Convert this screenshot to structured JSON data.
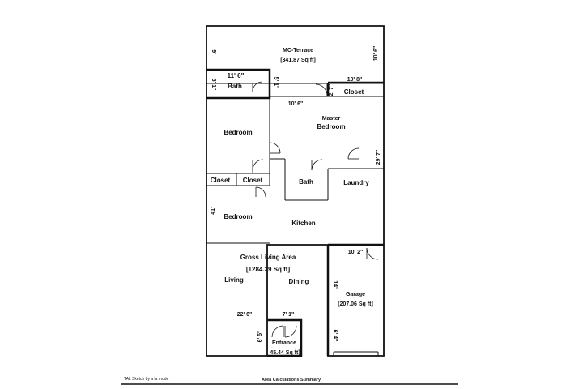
{
  "rooms": {
    "terrace": {
      "name": "MC-Terrace",
      "area": "[341.87 Sq ft]"
    },
    "bath_top": {
      "name": "Bath"
    },
    "closet_top": {
      "name": "Closet"
    },
    "master": {
      "name_line1": "Master",
      "name_line2": "Bedroom"
    },
    "bedroom_top": {
      "name": "Bedroom"
    },
    "closet_left": {
      "name": "Closet"
    },
    "closet_right": {
      "name": "Closet"
    },
    "bath_mid": {
      "name": "Bath"
    },
    "laundry": {
      "name": "Laundry"
    },
    "bedroom_bottom": {
      "name": "Bedroom"
    },
    "kitchen": {
      "name": "Kitchen"
    },
    "gross": {
      "name": "Gross Living Area",
      "area": "[1284.29 Sq ft]"
    },
    "living": {
      "name": "Living"
    },
    "dining": {
      "name": "Dining"
    },
    "garage": {
      "name": "Garage",
      "area": "[207.06 Sq ft]"
    },
    "entrance": {
      "name": "Entrance",
      "area": "45.44 Sq ft]"
    }
  },
  "dimensions": {
    "terrace_left": "9'",
    "terrace_right": "10' 6\"",
    "bath_width": "11' 6\"",
    "bath_left": "5' 1\"",
    "bath_right": "5' 1\"",
    "closet_top_width": "10' 8\"",
    "closet_top_height": "2' 7\"",
    "master_width": "10' 6\"",
    "master_right": "29' 7\"",
    "bedroom_left": "41'",
    "garage_width": "10' 2\"",
    "garage_left": "14'",
    "garage_bottom": "6' 4\"",
    "living_width": "22' 6\"",
    "entrance_width": "7' 1\"",
    "entrance_left": "6' 5\""
  },
  "footer": {
    "left_note": "TAL Sketch by a la mode",
    "area_title": "Area Calculations Summary"
  }
}
